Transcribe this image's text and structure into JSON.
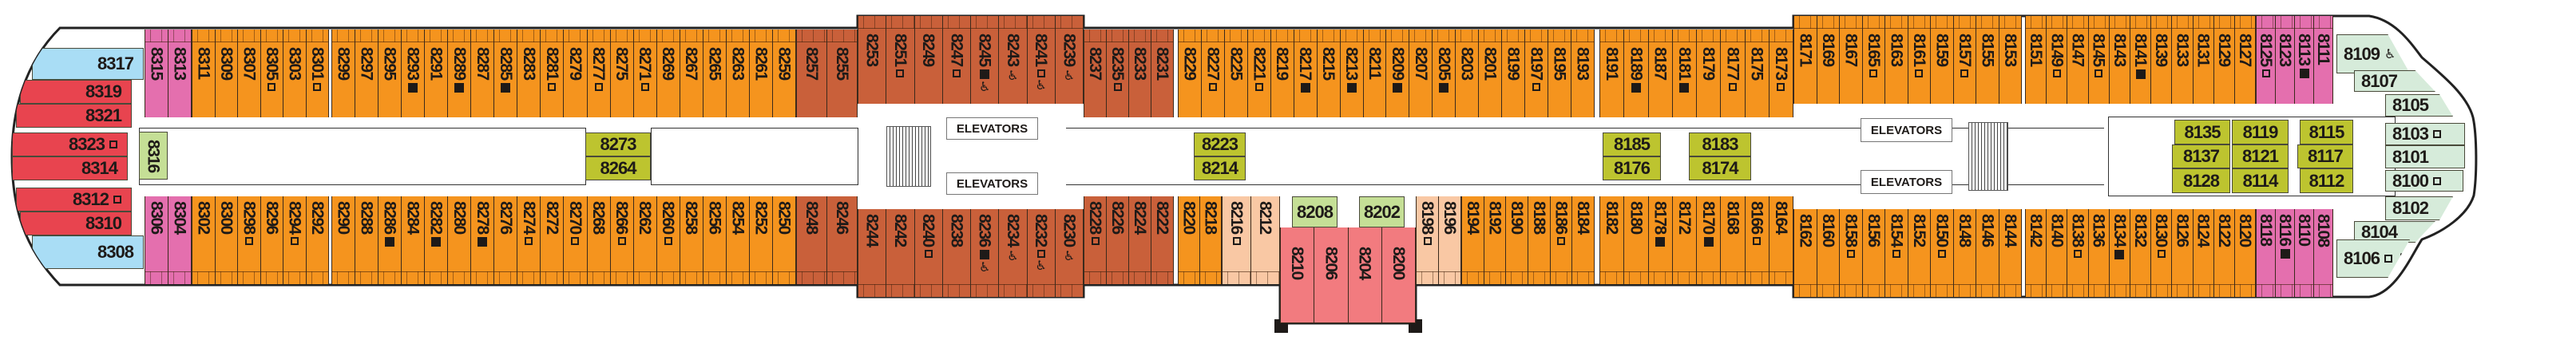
{
  "deck": {
    "categories": {
      "orange": "#F5941E",
      "rust": "#C9603A",
      "pink": "#E46FAE",
      "red": "#E8444F",
      "blue": "#A9DDF5",
      "lightgreen": "#C5DF96",
      "olive": "#BDC42F",
      "peach": "#F9C8A4",
      "coral": "#F27B7F",
      "mint": "#D6EBDA"
    },
    "labels": {
      "elevators": "ELEVATORS"
    },
    "sections": [
      {
        "id": "stern",
        "cat": "red",
        "cabins": [
          {
            "n": "8317",
            "cat": "blue"
          },
          {
            "n": "8319"
          },
          {
            "n": "8321"
          },
          {
            "n": "8323",
            "marks": [
              "open"
            ]
          },
          {
            "n": "8314"
          },
          {
            "n": "8312",
            "marks": [
              "open"
            ]
          },
          {
            "n": "8310"
          },
          {
            "n": "8308",
            "cat": "blue"
          }
        ]
      },
      {
        "id": "top-pink-stern",
        "cat": "pink",
        "cabins": [
          {
            "n": "8315"
          },
          {
            "n": "8313"
          }
        ]
      },
      {
        "id": "top-a",
        "cat": "orange",
        "cabins": [
          {
            "n": "8311"
          },
          {
            "n": "8309"
          },
          {
            "n": "8307"
          },
          {
            "n": "8305",
            "marks": [
              "open"
            ]
          },
          {
            "n": "8303"
          },
          {
            "n": "8301",
            "marks": [
              "open"
            ]
          }
        ]
      },
      {
        "id": "top-b",
        "cat": "orange",
        "cabins": [
          {
            "n": "8299"
          },
          {
            "n": "8297"
          },
          {
            "n": "8295"
          },
          {
            "n": "8293",
            "marks": [
              "filled"
            ]
          },
          {
            "n": "8291"
          },
          {
            "n": "8289",
            "marks": [
              "filled"
            ]
          },
          {
            "n": "8287"
          },
          {
            "n": "8285",
            "marks": [
              "filled"
            ]
          },
          {
            "n": "8283"
          },
          {
            "n": "8281",
            "marks": [
              "open"
            ]
          },
          {
            "n": "8279"
          },
          {
            "n": "8277",
            "marks": [
              "open"
            ]
          },
          {
            "n": "8275"
          },
          {
            "n": "8271",
            "marks": [
              "open"
            ]
          },
          {
            "n": "8269"
          },
          {
            "n": "8267"
          },
          {
            "n": "8265"
          },
          {
            "n": "8263"
          },
          {
            "n": "8261"
          },
          {
            "n": "8259"
          }
        ]
      },
      {
        "id": "top-rust-1",
        "cat": "rust",
        "cabins": [
          {
            "n": "8257"
          },
          {
            "n": "8255"
          }
        ]
      },
      {
        "id": "top-rust-raised",
        "cat": "rust",
        "cabins": [
          {
            "n": "8253"
          },
          {
            "n": "8251",
            "marks": [
              "open"
            ]
          },
          {
            "n": "8249"
          },
          {
            "n": "8247",
            "marks": [
              "open"
            ]
          },
          {
            "n": "8245",
            "marks": [
              "filled",
              "wheelchair"
            ]
          },
          {
            "n": "8243",
            "marks": [
              "wheelchair"
            ]
          },
          {
            "n": "8241",
            "marks": [
              "open",
              "wheelchair"
            ]
          },
          {
            "n": "8239",
            "marks": [
              "wheelchair"
            ]
          }
        ]
      },
      {
        "id": "top-rust-2",
        "cat": "rust",
        "cabins": [
          {
            "n": "8237"
          },
          {
            "n": "8235",
            "marks": [
              "open"
            ]
          },
          {
            "n": "8233"
          },
          {
            "n": "8231"
          }
        ]
      },
      {
        "id": "top-c",
        "cat": "orange",
        "cabins": [
          {
            "n": "8229"
          },
          {
            "n": "8227",
            "marks": [
              "open"
            ]
          },
          {
            "n": "8225"
          },
          {
            "n": "8221",
            "marks": [
              "open"
            ]
          },
          {
            "n": "8219"
          },
          {
            "n": "8217",
            "marks": [
              "filled"
            ]
          },
          {
            "n": "8215"
          },
          {
            "n": "8213",
            "marks": [
              "filled"
            ]
          },
          {
            "n": "8211"
          },
          {
            "n": "8209",
            "marks": [
              "filled"
            ]
          },
          {
            "n": "8207"
          },
          {
            "n": "8205",
            "marks": [
              "filled"
            ]
          },
          {
            "n": "8203"
          },
          {
            "n": "8201"
          },
          {
            "n": "8199"
          },
          {
            "n": "8197",
            "marks": [
              "open"
            ]
          },
          {
            "n": "8195"
          },
          {
            "n": "8193"
          }
        ]
      },
      {
        "id": "top-d",
        "cat": "orange",
        "cabins": [
          {
            "n": "8191"
          },
          {
            "n": "8189",
            "marks": [
              "filled"
            ]
          },
          {
            "n": "8187"
          },
          {
            "n": "8181",
            "marks": [
              "filled"
            ]
          },
          {
            "n": "8179"
          },
          {
            "n": "8177",
            "marks": [
              "open"
            ]
          },
          {
            "n": "8175"
          },
          {
            "n": "8173",
            "marks": [
              "open"
            ]
          }
        ]
      },
      {
        "id": "top-e",
        "cat": "orange",
        "cabins": [
          {
            "n": "8171"
          },
          {
            "n": "8169"
          },
          {
            "n": "8167"
          },
          {
            "n": "8165",
            "marks": [
              "open"
            ]
          },
          {
            "n": "8163"
          },
          {
            "n": "8161",
            "marks": [
              "open"
            ]
          },
          {
            "n": "8159"
          },
          {
            "n": "8157",
            "marks": [
              "open"
            ]
          },
          {
            "n": "8155"
          },
          {
            "n": "8153"
          }
        ]
      },
      {
        "id": "top-f",
        "cat": "orange",
        "cabins": [
          {
            "n": "8151"
          },
          {
            "n": "8149",
            "marks": [
              "open"
            ]
          },
          {
            "n": "8147"
          },
          {
            "n": "8145",
            "marks": [
              "open"
            ]
          },
          {
            "n": "8143"
          },
          {
            "n": "8141",
            "marks": [
              "filled"
            ]
          },
          {
            "n": "8139"
          },
          {
            "n": "8133"
          },
          {
            "n": "8131"
          },
          {
            "n": "8129"
          },
          {
            "n": "8127"
          }
        ]
      },
      {
        "id": "top-pink-bow",
        "cat": "pink",
        "cabins": [
          {
            "n": "8125",
            "marks": [
              "open"
            ]
          },
          {
            "n": "8123"
          },
          {
            "n": "8113",
            "marks": [
              "filled"
            ]
          },
          {
            "n": "8111"
          }
        ]
      },
      {
        "id": "bow",
        "cat": "mint",
        "cabins": [
          {
            "n": "8109",
            "marks": [
              "wheelchair"
            ]
          },
          {
            "n": "8107"
          },
          {
            "n": "8105"
          },
          {
            "n": "8103",
            "marks": [
              "open"
            ]
          },
          {
            "n": "8101"
          },
          {
            "n": "8100",
            "marks": [
              "open"
            ]
          },
          {
            "n": "8102"
          },
          {
            "n": "8104"
          },
          {
            "n": "8106",
            "marks": [
              "open",
              "wheelchair"
            ]
          }
        ]
      },
      {
        "id": "mid-stern",
        "cat": "lightgreen",
        "cabins": [
          {
            "n": "8316"
          }
        ]
      },
      {
        "id": "mid-1",
        "cat": "olive",
        "cabins": [
          {
            "n": "8273"
          },
          {
            "n": "8264"
          }
        ]
      },
      {
        "id": "mid-2",
        "cat": "olive",
        "cabins": [
          {
            "n": "8223"
          },
          {
            "n": "8214"
          }
        ]
      },
      {
        "id": "mid-3",
        "cat": "olive",
        "cabins": [
          {
            "n": "8185"
          },
          {
            "n": "8176"
          },
          {
            "n": "8183"
          },
          {
            "n": "8174"
          }
        ]
      },
      {
        "id": "mid-4",
        "cat": "olive",
        "cabins": [
          {
            "n": "8135"
          },
          {
            "n": "8137"
          },
          {
            "n": "8128"
          },
          {
            "n": "8119"
          },
          {
            "n": "8121"
          },
          {
            "n": "8114"
          },
          {
            "n": "8115"
          },
          {
            "n": "8117"
          },
          {
            "n": "8112"
          }
        ]
      },
      {
        "id": "mid-5",
        "cat": "lightgreen",
        "cabins": [
          {
            "n": "8208"
          },
          {
            "n": "8202"
          }
        ]
      },
      {
        "id": "bot-pink-stern",
        "cat": "pink",
        "cabins": [
          {
            "n": "8306"
          },
          {
            "n": "8304"
          }
        ]
      },
      {
        "id": "bot-a",
        "cat": "orange",
        "cabins": [
          {
            "n": "8302"
          },
          {
            "n": "8300"
          },
          {
            "n": "8298",
            "marks": [
              "open"
            ]
          },
          {
            "n": "8296"
          },
          {
            "n": "8294",
            "marks": [
              "open"
            ]
          },
          {
            "n": "8292"
          }
        ]
      },
      {
        "id": "bot-b",
        "cat": "orange",
        "cabins": [
          {
            "n": "8290"
          },
          {
            "n": "8288"
          },
          {
            "n": "8286",
            "marks": [
              "filled"
            ]
          },
          {
            "n": "8284"
          },
          {
            "n": "8282",
            "marks": [
              "filled"
            ]
          },
          {
            "n": "8280"
          },
          {
            "n": "8278",
            "marks": [
              "filled"
            ]
          },
          {
            "n": "8276"
          },
          {
            "n": "8274",
            "marks": [
              "open"
            ]
          },
          {
            "n": "8272"
          },
          {
            "n": "8270",
            "marks": [
              "open"
            ]
          },
          {
            "n": "8268"
          },
          {
            "n": "8266",
            "marks": [
              "open"
            ]
          },
          {
            "n": "8262"
          },
          {
            "n": "8260",
            "marks": [
              "open"
            ]
          },
          {
            "n": "8258"
          },
          {
            "n": "8256"
          },
          {
            "n": "8254"
          },
          {
            "n": "8252"
          },
          {
            "n": "8250"
          }
        ]
      },
      {
        "id": "bot-rust-1",
        "cat": "rust",
        "cabins": [
          {
            "n": "8248"
          },
          {
            "n": "8246"
          }
        ]
      },
      {
        "id": "bot-rust-lowered",
        "cat": "rust",
        "cabins": [
          {
            "n": "8244"
          },
          {
            "n": "8242"
          },
          {
            "n": "8240",
            "marks": [
              "open"
            ]
          },
          {
            "n": "8238"
          },
          {
            "n": "8236",
            "marks": [
              "filled",
              "wheelchair"
            ]
          },
          {
            "n": "8234",
            "marks": [
              "wheelchair"
            ]
          },
          {
            "n": "8232",
            "marks": [
              "open",
              "wheelchair"
            ]
          },
          {
            "n": "8230",
            "marks": [
              "wheelchair"
            ]
          }
        ]
      },
      {
        "id": "bot-rust-2",
        "cat": "rust",
        "cabins": [
          {
            "n": "8228",
            "marks": [
              "open"
            ]
          },
          {
            "n": "8226"
          },
          {
            "n": "8224"
          },
          {
            "n": "8222"
          }
        ]
      },
      {
        "id": "bot-c1",
        "cat": "orange",
        "cabins": [
          {
            "n": "8220"
          },
          {
            "n": "8218"
          }
        ]
      },
      {
        "id": "bot-peach-1",
        "cat": "peach",
        "cabins": [
          {
            "n": "8216",
            "marks": [
              "open"
            ]
          },
          {
            "n": "8212"
          }
        ]
      },
      {
        "id": "bot-coral",
        "cat": "coral",
        "cabins": [
          {
            "n": "8210"
          },
          {
            "n": "8206"
          },
          {
            "n": "8204"
          },
          {
            "n": "8200"
          }
        ]
      },
      {
        "id": "bot-peach-2",
        "cat": "peach",
        "cabins": [
          {
            "n": "8198",
            "marks": [
              "open"
            ]
          },
          {
            "n": "8196"
          }
        ]
      },
      {
        "id": "bot-c2",
        "cat": "orange",
        "cabins": [
          {
            "n": "8194"
          },
          {
            "n": "8192"
          },
          {
            "n": "8190"
          },
          {
            "n": "8188"
          },
          {
            "n": "8186",
            "marks": [
              "open"
            ]
          },
          {
            "n": "8184"
          }
        ]
      },
      {
        "id": "bot-d",
        "cat": "orange",
        "cabins": [
          {
            "n": "8182"
          },
          {
            "n": "8180"
          },
          {
            "n": "8178",
            "marks": [
              "filled"
            ]
          },
          {
            "n": "8172"
          },
          {
            "n": "8170",
            "marks": [
              "filled"
            ]
          },
          {
            "n": "8168"
          },
          {
            "n": "8166",
            "marks": [
              "open"
            ]
          },
          {
            "n": "8164"
          }
        ]
      },
      {
        "id": "bot-e",
        "cat": "orange",
        "cabins": [
          {
            "n": "8162"
          },
          {
            "n": "8160"
          },
          {
            "n": "8158",
            "marks": [
              "open"
            ]
          },
          {
            "n": "8156"
          },
          {
            "n": "8154",
            "marks": [
              "open"
            ]
          },
          {
            "n": "8152"
          },
          {
            "n": "8150",
            "marks": [
              "open"
            ]
          },
          {
            "n": "8148"
          },
          {
            "n": "8146"
          },
          {
            "n": "8144"
          }
        ]
      },
      {
        "id": "bot-f",
        "cat": "orange",
        "cabins": [
          {
            "n": "8142"
          },
          {
            "n": "8140"
          },
          {
            "n": "8138",
            "marks": [
              "open"
            ]
          },
          {
            "n": "8136"
          },
          {
            "n": "8134",
            "marks": [
              "filled"
            ]
          },
          {
            "n": "8132"
          },
          {
            "n": "8130",
            "marks": [
              "open"
            ]
          },
          {
            "n": "8126"
          },
          {
            "n": "8124"
          },
          {
            "n": "8122"
          },
          {
            "n": "8120"
          }
        ]
      },
      {
        "id": "bot-pink-bow",
        "cat": "pink",
        "cabins": [
          {
            "n": "8118"
          },
          {
            "n": "8116",
            "marks": [
              "filled"
            ]
          },
          {
            "n": "8110"
          },
          {
            "n": "8108"
          }
        ]
      }
    ]
  }
}
